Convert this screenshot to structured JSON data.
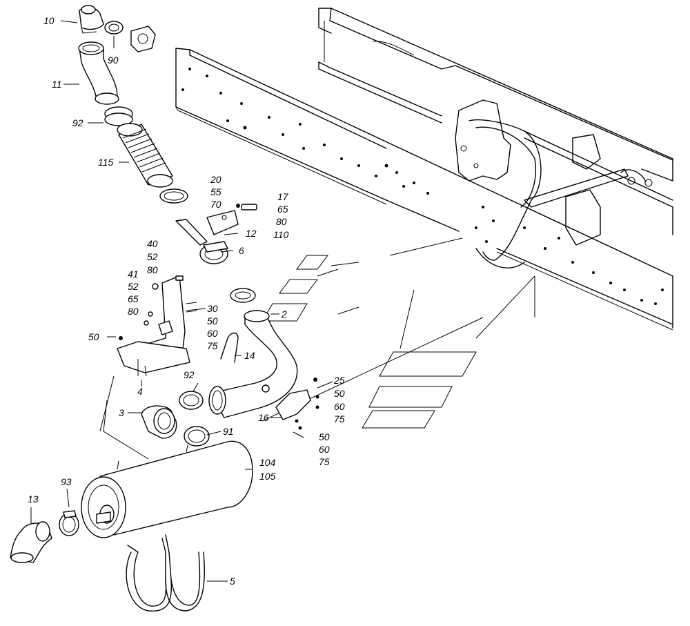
{
  "labels": {
    "l10": "10",
    "l90": "90",
    "l11": "11",
    "l92a": "92",
    "l115": "115",
    "l20": "20",
    "l55": "55",
    "l70": "70",
    "l17": "17",
    "l65a": "65",
    "l12": "12",
    "l80a": "80",
    "l110": "110",
    "l6": "6",
    "l40": "40",
    "l52a": "52",
    "l80b": "80",
    "l41": "41",
    "l52b": "52",
    "l65b": "65",
    "l80c": "80",
    "l30": "30",
    "l50a": "50",
    "l60a": "60",
    "l75a": "75",
    "l2": "2",
    "l14": "14",
    "l50b": "50",
    "l4": "4",
    "l92b": "92",
    "l25": "25",
    "l50c": "50",
    "l60b": "60",
    "l75b": "75",
    "l16": "16",
    "l3": "3",
    "l91": "91",
    "l50d": "50",
    "l60c": "60",
    "l75c": "75",
    "l104": "104",
    "l105": "105",
    "l93": "93",
    "l13": "13",
    "l5": "5"
  }
}
